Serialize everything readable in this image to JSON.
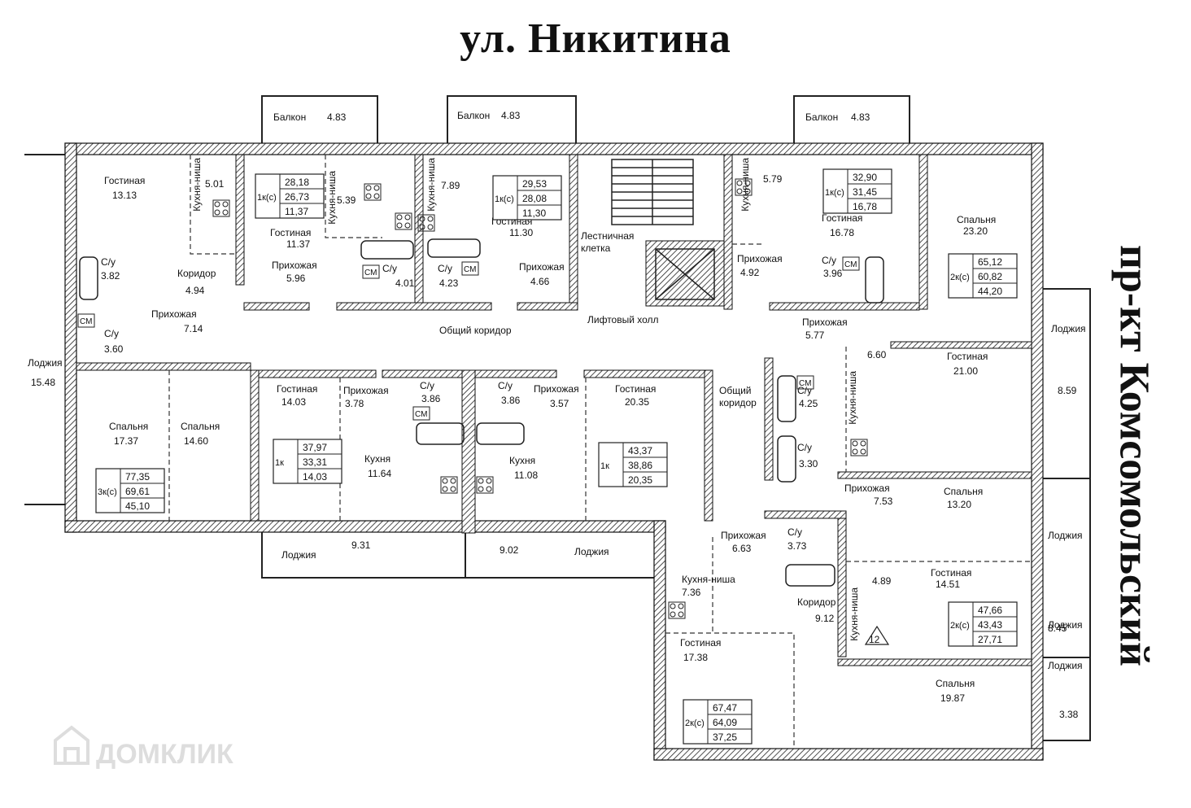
{
  "street_top": "ул. Никитина",
  "street_right": "пр-кт Комсомольский",
  "watermark": "ДОМКЛИК",
  "rooms": [
    {
      "name": "Балкон",
      "area": "4.83"
    },
    {
      "name": "Балкон",
      "area": "4.83"
    },
    {
      "name": "Балкон",
      "area": "4.83"
    },
    {
      "name": "Гостиная",
      "area": "13.13"
    },
    {
      "name": "Кухня-ниша",
      "area": "5.01"
    },
    {
      "name": "Коридор",
      "area": "4.94"
    },
    {
      "name": "С/у",
      "area": "3.82"
    },
    {
      "name": "С/у",
      "area": "3.60"
    },
    {
      "name": "Прихожая",
      "area": "7.14"
    },
    {
      "name": "Лоджия",
      "area": "15.48"
    },
    {
      "name": "Спальня",
      "area": "17.37"
    },
    {
      "name": "Спальня",
      "area": "14.60"
    },
    {
      "name": "Гостиная",
      "area": "11.37"
    },
    {
      "name": "Кухня-ниша",
      "area": "5.39"
    },
    {
      "name": "Прихожая",
      "area": "5.96"
    },
    {
      "name": "С/у",
      "area": "4.01"
    },
    {
      "name": "Кухня-ниша",
      "area": "7.89"
    },
    {
      "name": "С/у",
      "area": "4.23"
    },
    {
      "name": "Гостиная",
      "area": "11.30"
    },
    {
      "name": "Прихожая",
      "area": "4.66"
    },
    {
      "name": "Лестничная клетка",
      "area": ""
    },
    {
      "name": "Лифтовый холл",
      "area": ""
    },
    {
      "name": "Общий коридор",
      "area": ""
    },
    {
      "name": "Кухня-ниша",
      "area": "5.79"
    },
    {
      "name": "Прихожая",
      "area": "4.92"
    },
    {
      "name": "Гостиная",
      "area": "16.78"
    },
    {
      "name": "С/у",
      "area": "3.96"
    },
    {
      "name": "Спальня",
      "area": "23.20"
    },
    {
      "name": "Прихожая",
      "area": "5.77"
    },
    {
      "name": "Лоджия",
      "area": "8.59"
    },
    {
      "name": "Гостиная",
      "area": "14.03"
    },
    {
      "name": "Прихожая",
      "area": "3.78"
    },
    {
      "name": "С/у",
      "area": "3.86"
    },
    {
      "name": "С/у",
      "area": "3.86"
    },
    {
      "name": "Прихожая",
      "area": "3.57"
    },
    {
      "name": "Гостиная",
      "area": "20.35"
    },
    {
      "name": "Кухня",
      "area": "11.64"
    },
    {
      "name": "Кухня",
      "area": "11.08"
    },
    {
      "name": "Лоджия",
      "area": "9.31"
    },
    {
      "name": "Лоджия",
      "area": "9.02"
    },
    {
      "name": "Общий коридор",
      "area": ""
    },
    {
      "name": "С/у",
      "area": "4.25"
    },
    {
      "name": "С/у",
      "area": "3.30"
    },
    {
      "name": "Кухня-ниша",
      "area": "6.60"
    },
    {
      "name": "Гостиная",
      "area": "21.00"
    },
    {
      "name": "Прихожая",
      "area": "7.53"
    },
    {
      "name": "Спальня",
      "area": "13.20"
    },
    {
      "name": "Лоджия",
      "area": ""
    },
    {
      "name": "Прихожая",
      "area": "6.63"
    },
    {
      "name": "С/у",
      "area": "3.73"
    },
    {
      "name": "Кухня-ниша",
      "area": "7.36"
    },
    {
      "name": "Коридор",
      "area": "9.12"
    },
    {
      "name": "Кухня-ниша",
      "area": "4.89"
    },
    {
      "name": "Гостиная",
      "area": "14.51"
    },
    {
      "name": "Лоджия",
      "area": "8.45"
    },
    {
      "name": "Лоджия",
      "area": "3.38"
    },
    {
      "name": "Гостиная",
      "area": "17.38"
    },
    {
      "name": "Спальня",
      "area": "19.87"
    }
  ],
  "apartments": [
    {
      "type": "1к(с)",
      "total": "28,18",
      "living_total": "26,73",
      "living": "11,37"
    },
    {
      "type": "1к(с)",
      "total": "29,53",
      "living_total": "28,08",
      "living": "11,30"
    },
    {
      "type": "1к(с)",
      "total": "32,90",
      "living_total": "31,45",
      "living": "16,78"
    },
    {
      "type": "2к(с)",
      "total": "65,12",
      "living_total": "60,82",
      "living": "44,20"
    },
    {
      "type": "3к(с)",
      "total": "77,35",
      "living_total": "69,61",
      "living": "45,10"
    },
    {
      "type": "1к",
      "total": "37,97",
      "living_total": "33,31",
      "living": "14,03"
    },
    {
      "type": "1к",
      "total": "43,37",
      "living_total": "38,86",
      "living": "20,35"
    },
    {
      "type": "2к(с)",
      "total": "47,66",
      "living_total": "43,43",
      "living": "27,71"
    },
    {
      "type": "2к(с)",
      "total": "67,47",
      "living_total": "64,09",
      "living": "37,25"
    }
  ],
  "fixture_label": "СМ",
  "marker": "12"
}
